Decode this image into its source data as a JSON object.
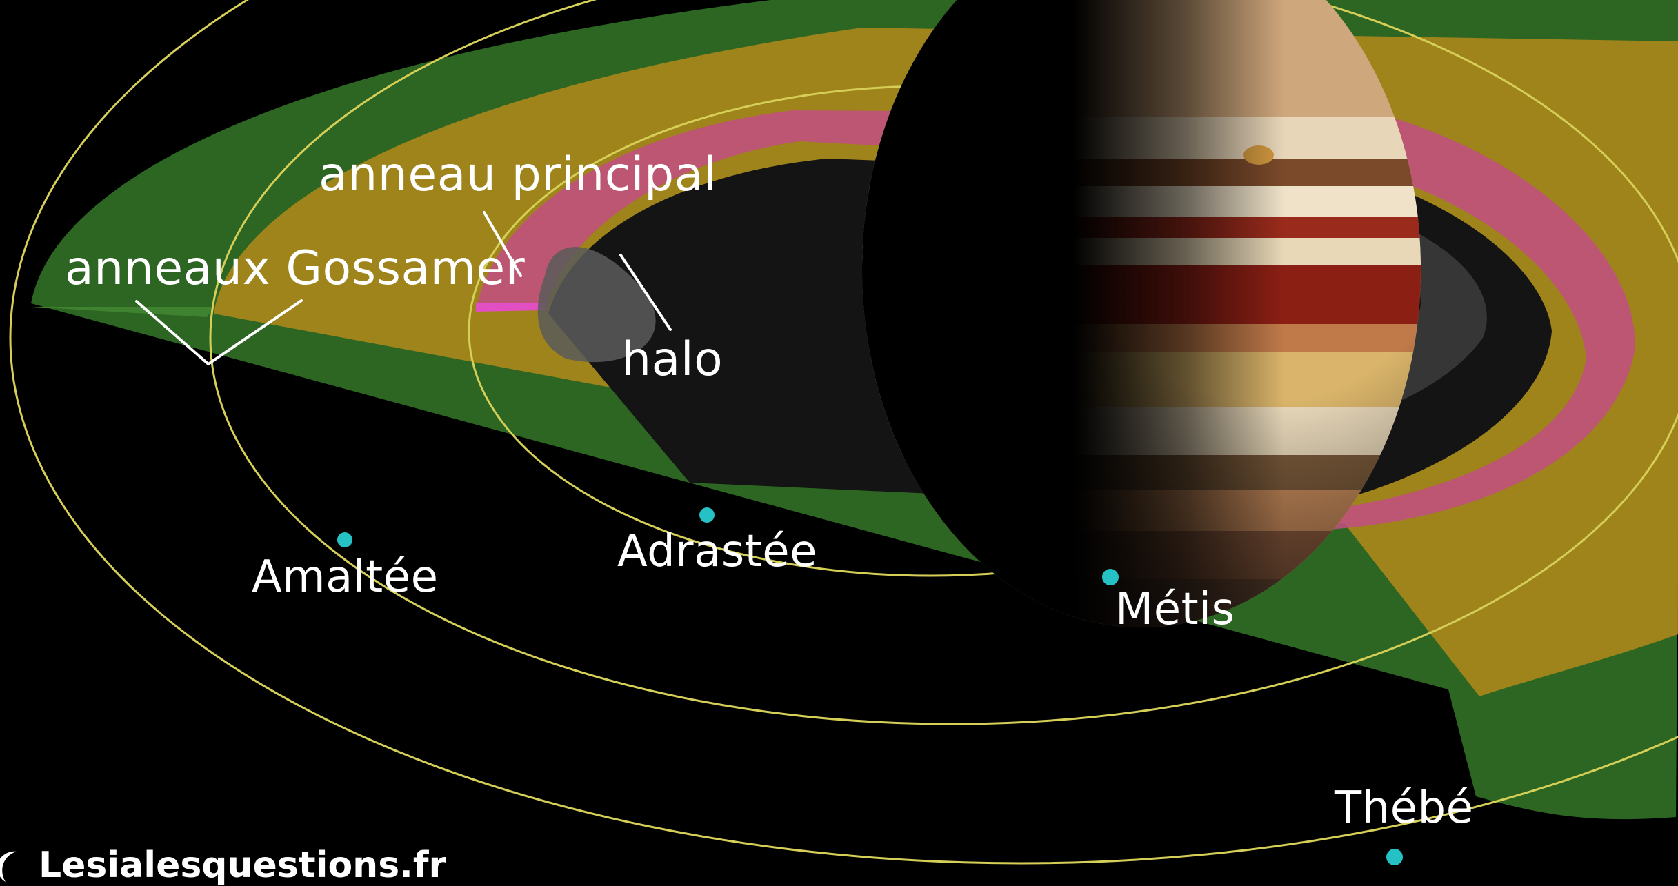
{
  "labels": {
    "main_ring": "anneau principal",
    "gossamer_rings": "anneaux Gossamer",
    "halo": "halo",
    "amalthea": "Amaltée",
    "adrastea": "Adrastée",
    "metis": "Métis",
    "thebe": "Thébé"
  },
  "watermark": {
    "text": "Lesialesquestions.fr"
  },
  "colors": {
    "background": "#000000",
    "thebe_gossamer_ring": "#2f6b25",
    "amalthea_gossamer_ring": "#a8871a",
    "main_ring": "#c0507e",
    "halo": "#5a5a5a",
    "orbit_line": "#d6cf57",
    "moon": "#25c1c4",
    "label_text": "#ffffff"
  },
  "icons": {
    "moon_marker": "moon-dot-icon",
    "watermark_logo": "crescent-logo-icon"
  }
}
